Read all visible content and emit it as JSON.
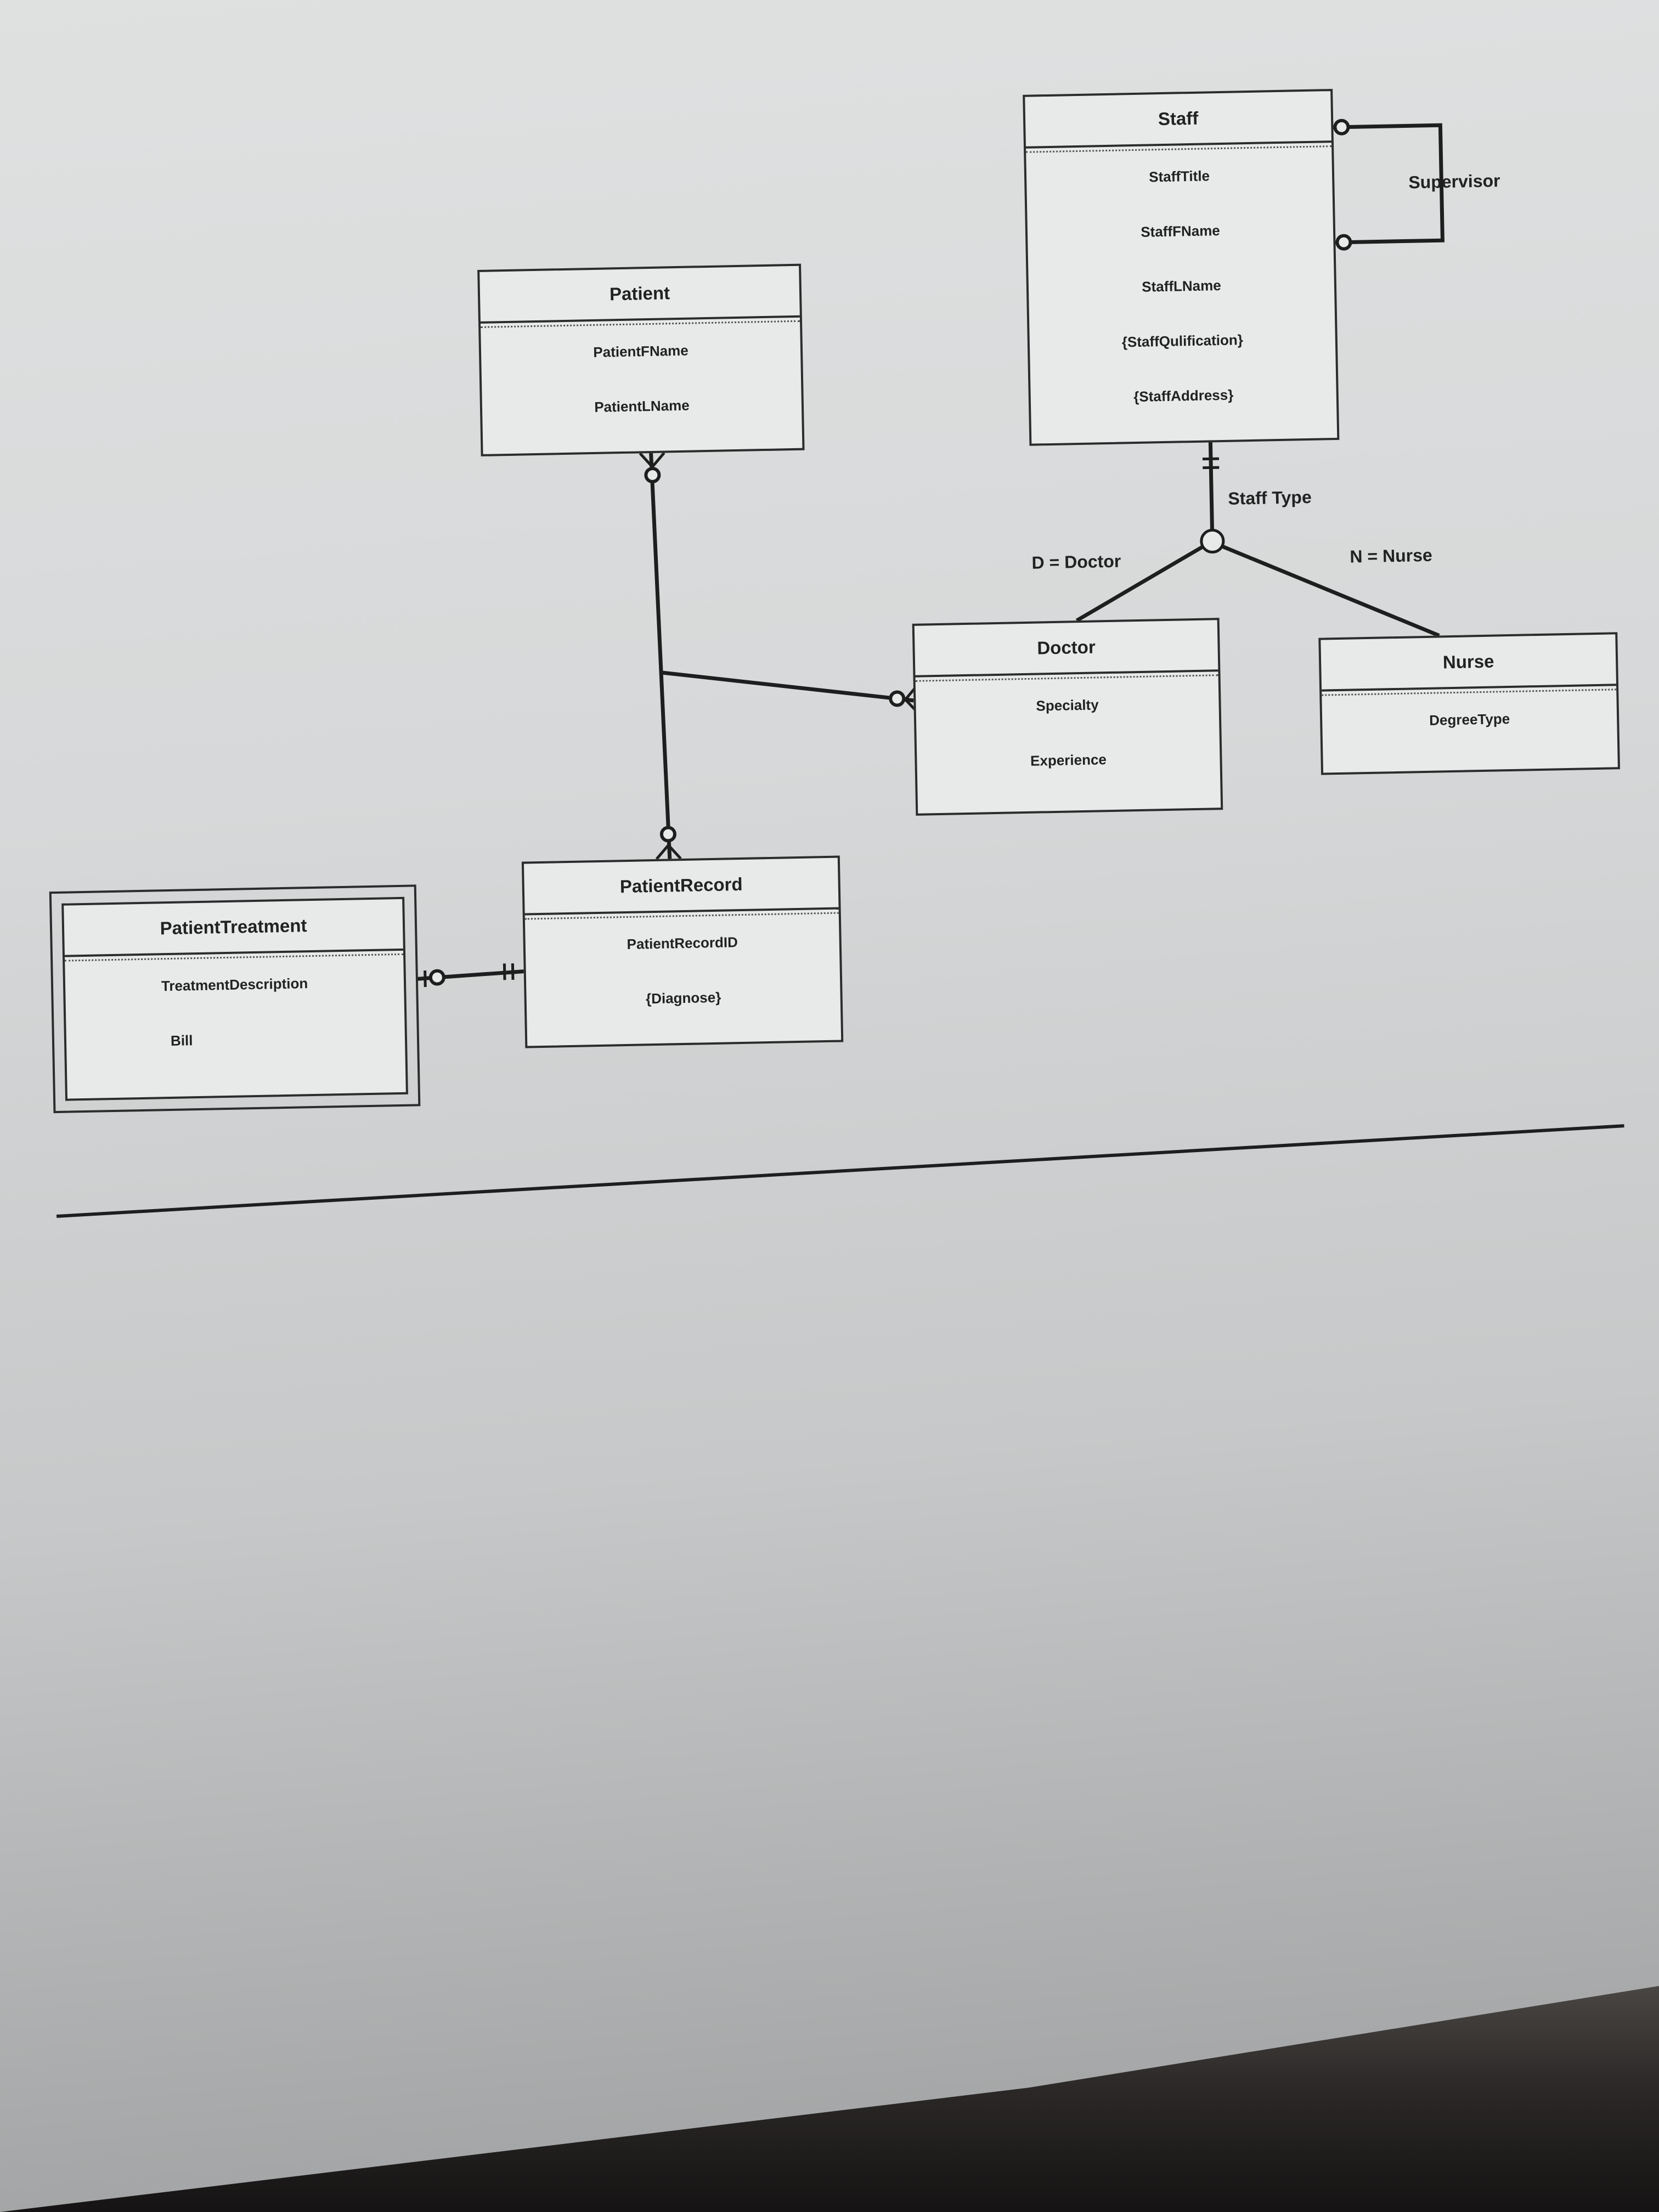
{
  "entities": {
    "staff": {
      "name": "Staff",
      "attributes": [
        "StaffTitle",
        "StaffFName",
        "StaffLName",
        "{StaffQulification}",
        "{StaffAddress}"
      ]
    },
    "patient": {
      "name": "Patient",
      "attributes": [
        "PatientFName",
        "PatientLName"
      ]
    },
    "doctor": {
      "name": "Doctor",
      "attributes": [
        "Specialty",
        "Experience"
      ]
    },
    "nurse": {
      "name": "Nurse",
      "attributes": [
        "DegreeType"
      ]
    },
    "patient_record": {
      "name": "PatientRecord",
      "attributes": [
        "PatientRecordID",
        "{Diagnose}"
      ]
    },
    "patient_treatment": {
      "name": "PatientTreatment",
      "attributes": [
        "TreatmentDescription",
        "Bill"
      ]
    }
  },
  "labels": {
    "supervisor": "Supervisor",
    "staff_type": "Staff Type",
    "doctor_discriminator": "D = Doctor",
    "nurse_discriminator": "N = Nurse"
  }
}
